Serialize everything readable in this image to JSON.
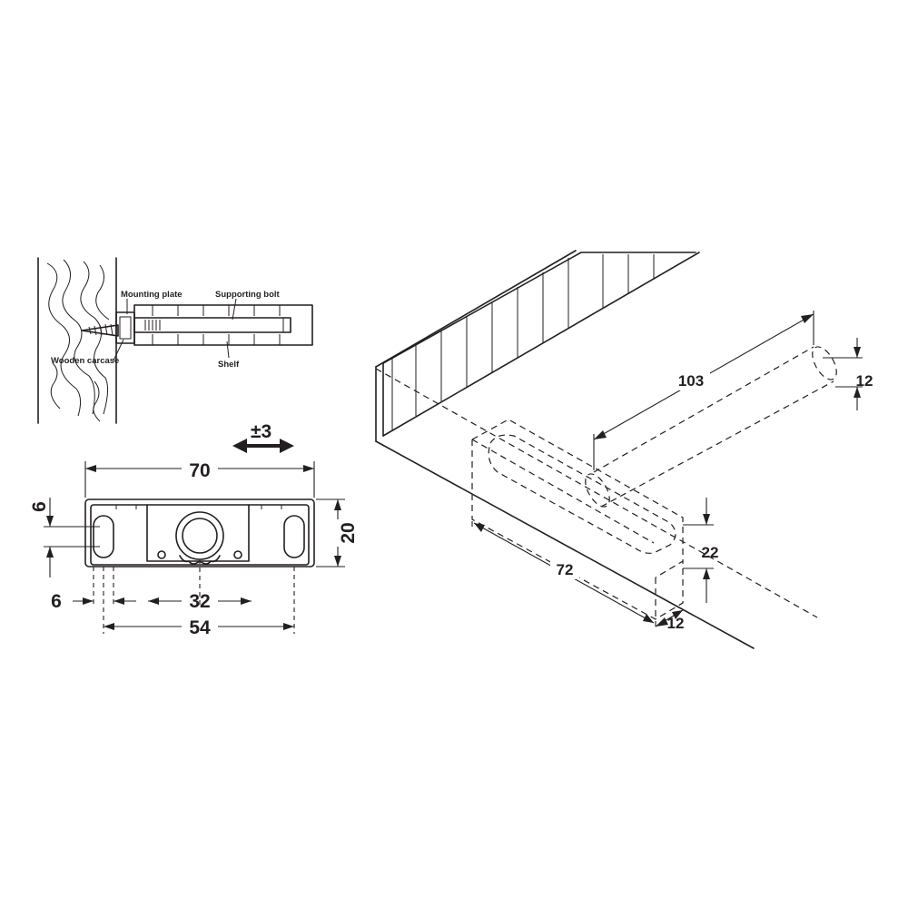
{
  "section_view": {
    "labels": {
      "mounting_plate": "Mounting plate",
      "supporting_bolt": "Supporting bolt",
      "wooden_carcase": "Wooden carcase",
      "shelf": "Shelf"
    }
  },
  "plate_view": {
    "adjustment": "±3",
    "dims": {
      "width_70": "70",
      "height_20": "20",
      "slot_6_vertical": "6",
      "slot_6_horizontal": "6",
      "center_32": "32",
      "pitch_54": "54"
    }
  },
  "iso_view": {
    "dims": {
      "bolt_length_103": "103",
      "bolt_dia_12": "12",
      "recess_length_72": "72",
      "recess_height_22": "22",
      "recess_width_12": "12"
    }
  },
  "colors": {
    "line": "#231f20",
    "background": "#ffffff"
  }
}
